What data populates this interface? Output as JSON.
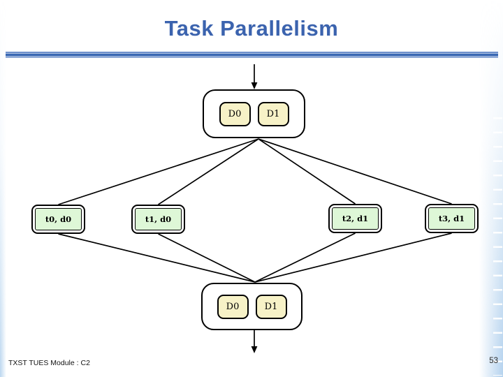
{
  "slide": {
    "title": "Task Parallelism",
    "footer_text": "TXST TUES Module : C2",
    "page_number": "53"
  },
  "diagram": {
    "top_data_node": {
      "items": [
        {
          "label": "D0"
        },
        {
          "label": "D1"
        }
      ]
    },
    "task_nodes": [
      {
        "label": "t0, d0"
      },
      {
        "label": "t1, d0"
      },
      {
        "label": "t2, d1"
      },
      {
        "label": "t3, d1"
      }
    ],
    "bottom_data_node": {
      "items": [
        {
          "label": "D0"
        },
        {
          "label": "D1"
        }
      ]
    }
  },
  "colors": {
    "title_blue": "#3B63AE",
    "divider_dark_blue": "#3A68B3",
    "divider_light_blue": "#8EA9D6",
    "data_chip_fill": "#F7F2C7",
    "task_box_fill": "#DEF7D7",
    "edge_band_blue": "#B4D2EE",
    "connector_black": "#000000"
  }
}
